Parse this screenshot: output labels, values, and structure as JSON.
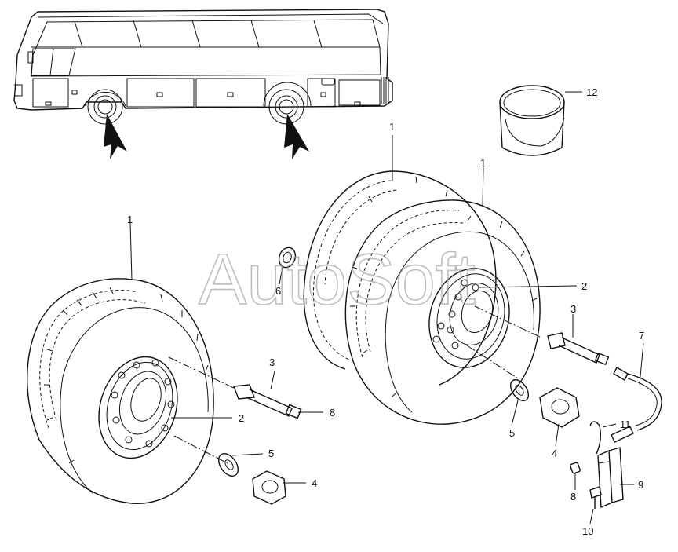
{
  "watermark": "AutoSoft",
  "callouts": [
    {
      "id": "c1a",
      "text": "1"
    },
    {
      "id": "c1b",
      "text": "1"
    },
    {
      "id": "c1c",
      "text": "1"
    },
    {
      "id": "c2a",
      "text": "2"
    },
    {
      "id": "c2b",
      "text": "2"
    },
    {
      "id": "c3a",
      "text": "3"
    },
    {
      "id": "c3b",
      "text": "3"
    },
    {
      "id": "c4a",
      "text": "4"
    },
    {
      "id": "c4b",
      "text": "4"
    },
    {
      "id": "c5a",
      "text": "5"
    },
    {
      "id": "c5b",
      "text": "5"
    },
    {
      "id": "c6",
      "text": "6"
    },
    {
      "id": "c7",
      "text": "7"
    },
    {
      "id": "c8a",
      "text": "8"
    },
    {
      "id": "c8b",
      "text": "8"
    },
    {
      "id": "c9",
      "text": "9"
    },
    {
      "id": "c10",
      "text": "10"
    },
    {
      "id": "c11",
      "text": "11"
    },
    {
      "id": "c12",
      "text": "12"
    }
  ]
}
